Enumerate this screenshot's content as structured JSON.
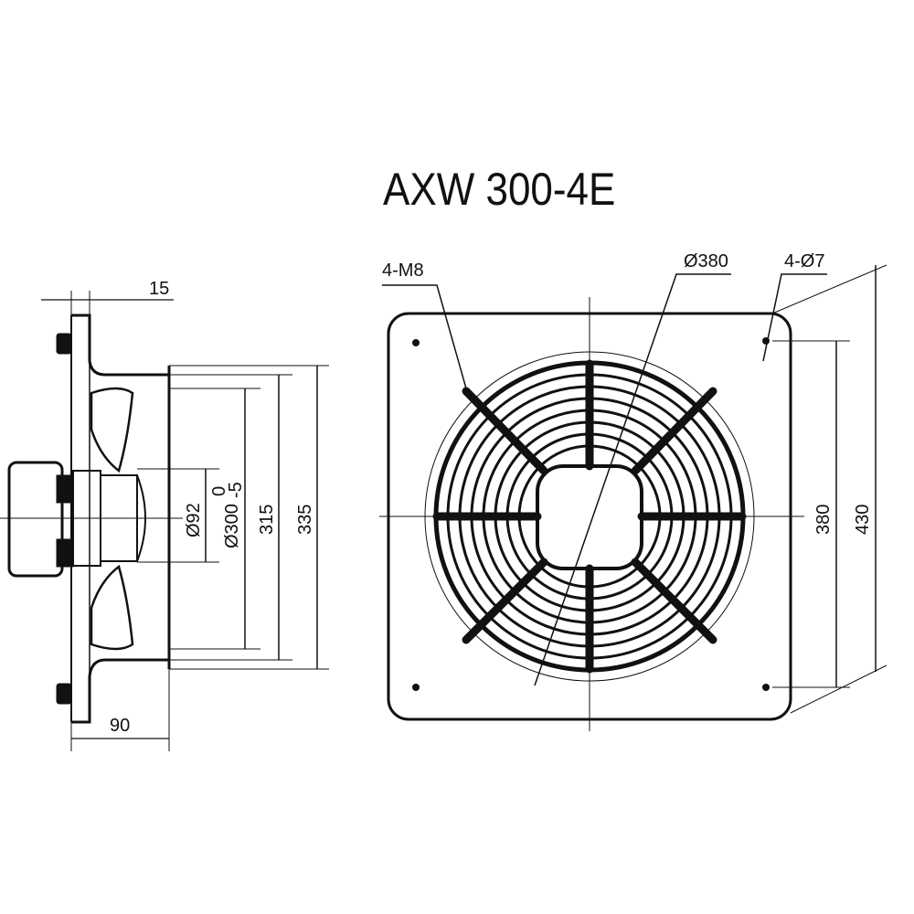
{
  "title": "AXW 300-4E",
  "side_view": {
    "dim_flange": "15",
    "dim_depth": "90",
    "dim_hub": "Ø92",
    "dim_inner": "Ø300",
    "dim_inner_tol_upper": "0",
    "dim_inner_tol_lower": "-5",
    "dim_315": "315",
    "dim_335": "335"
  },
  "front_view": {
    "label_thread": "4-M8",
    "label_guard": "Ø380",
    "label_holes": "4-Ø7",
    "dim_380": "380",
    "dim_430": "430"
  },
  "colors": {
    "line": "#111111",
    "background": "#ffffff"
  }
}
